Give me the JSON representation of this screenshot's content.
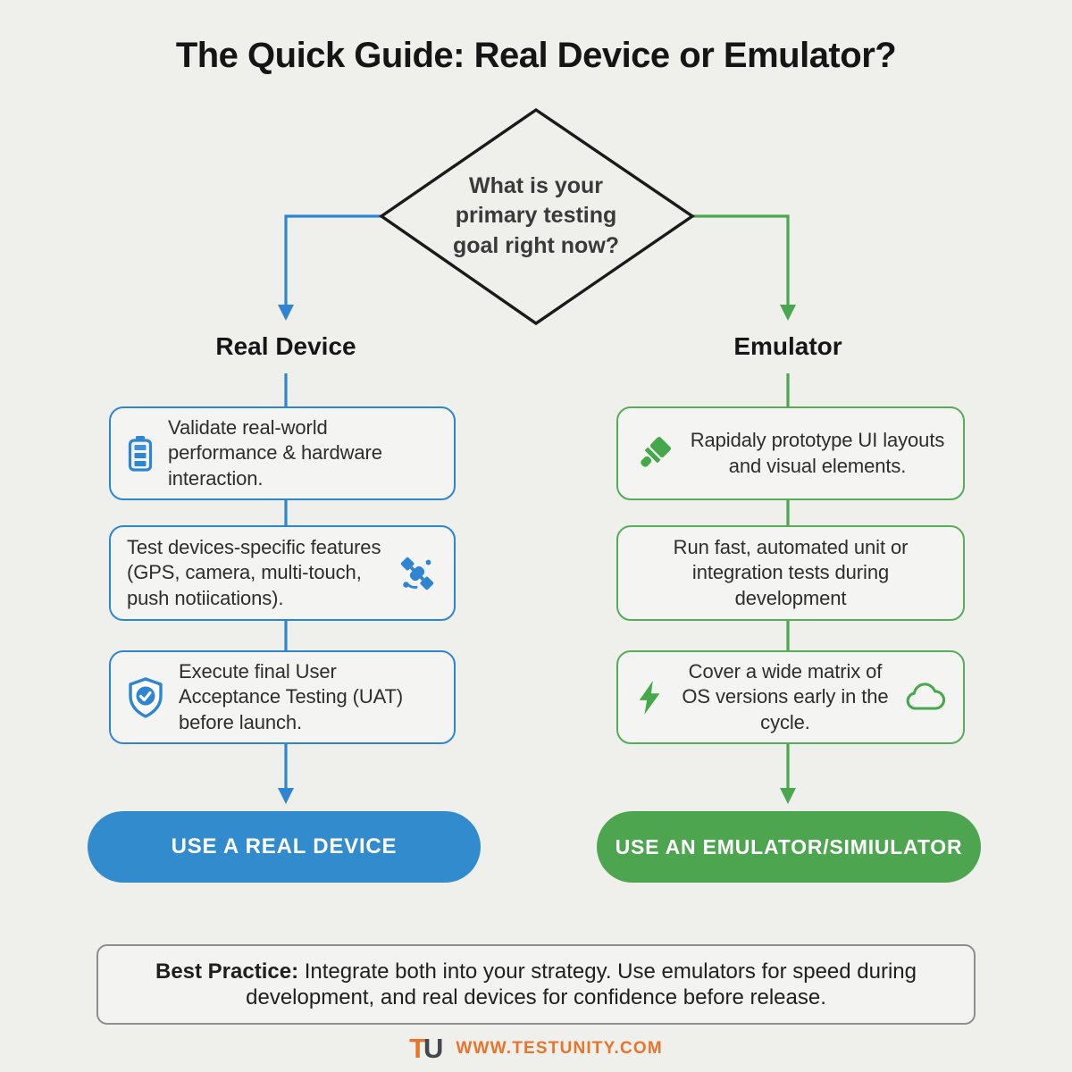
{
  "title": "The Quick Guide: Real Device or Emulator?",
  "decision": {
    "question": "What is your primary testing goal right now?"
  },
  "colors": {
    "background": "#efefec",
    "accent_blue": "#2e86d3",
    "accent_green": "#4aa74e",
    "pill_blue": "#318bcd",
    "pill_green": "#4da64f",
    "diamond_stroke": "#1a1a1a"
  },
  "branches": {
    "left": {
      "label": "Real Device",
      "boxes": [
        {
          "icon": "battery-icon",
          "text": "Validate real-world performance & hardware interaction."
        },
        {
          "icon": "satellite-icon",
          "text": "Test devices-specific features (GPS, camera, multi-touch, push notiications)."
        },
        {
          "icon": "shield-check-icon",
          "text": "Execute final User Acceptance Testing (UAT) before launch."
        }
      ],
      "conclusion": "USE A REAL DEVICE"
    },
    "right": {
      "label": "Emulator",
      "boxes": [
        {
          "icon": "paintbrush-icon",
          "text": "Rapidaly prototype UI layouts and visual elements."
        },
        {
          "icon": "none",
          "text": "Run fast, automated unit or integration tests during development"
        },
        {
          "icon": "bolt-icon",
          "icon_right": "cloud-icon",
          "text": "Cover a wide matrix of OS versions early in the cycle."
        }
      ],
      "conclusion": "USE AN EMULATOR/SIMIULATOR"
    }
  },
  "best_practice": {
    "label": "Best Practice:",
    "text": "Integrate both into your strategy. Use emulators for speed during development, and real devices for confidence before release."
  },
  "footer": {
    "logo_t": "T",
    "logo_u": "U",
    "url": "WWW.TESTUNITY.COM"
  }
}
